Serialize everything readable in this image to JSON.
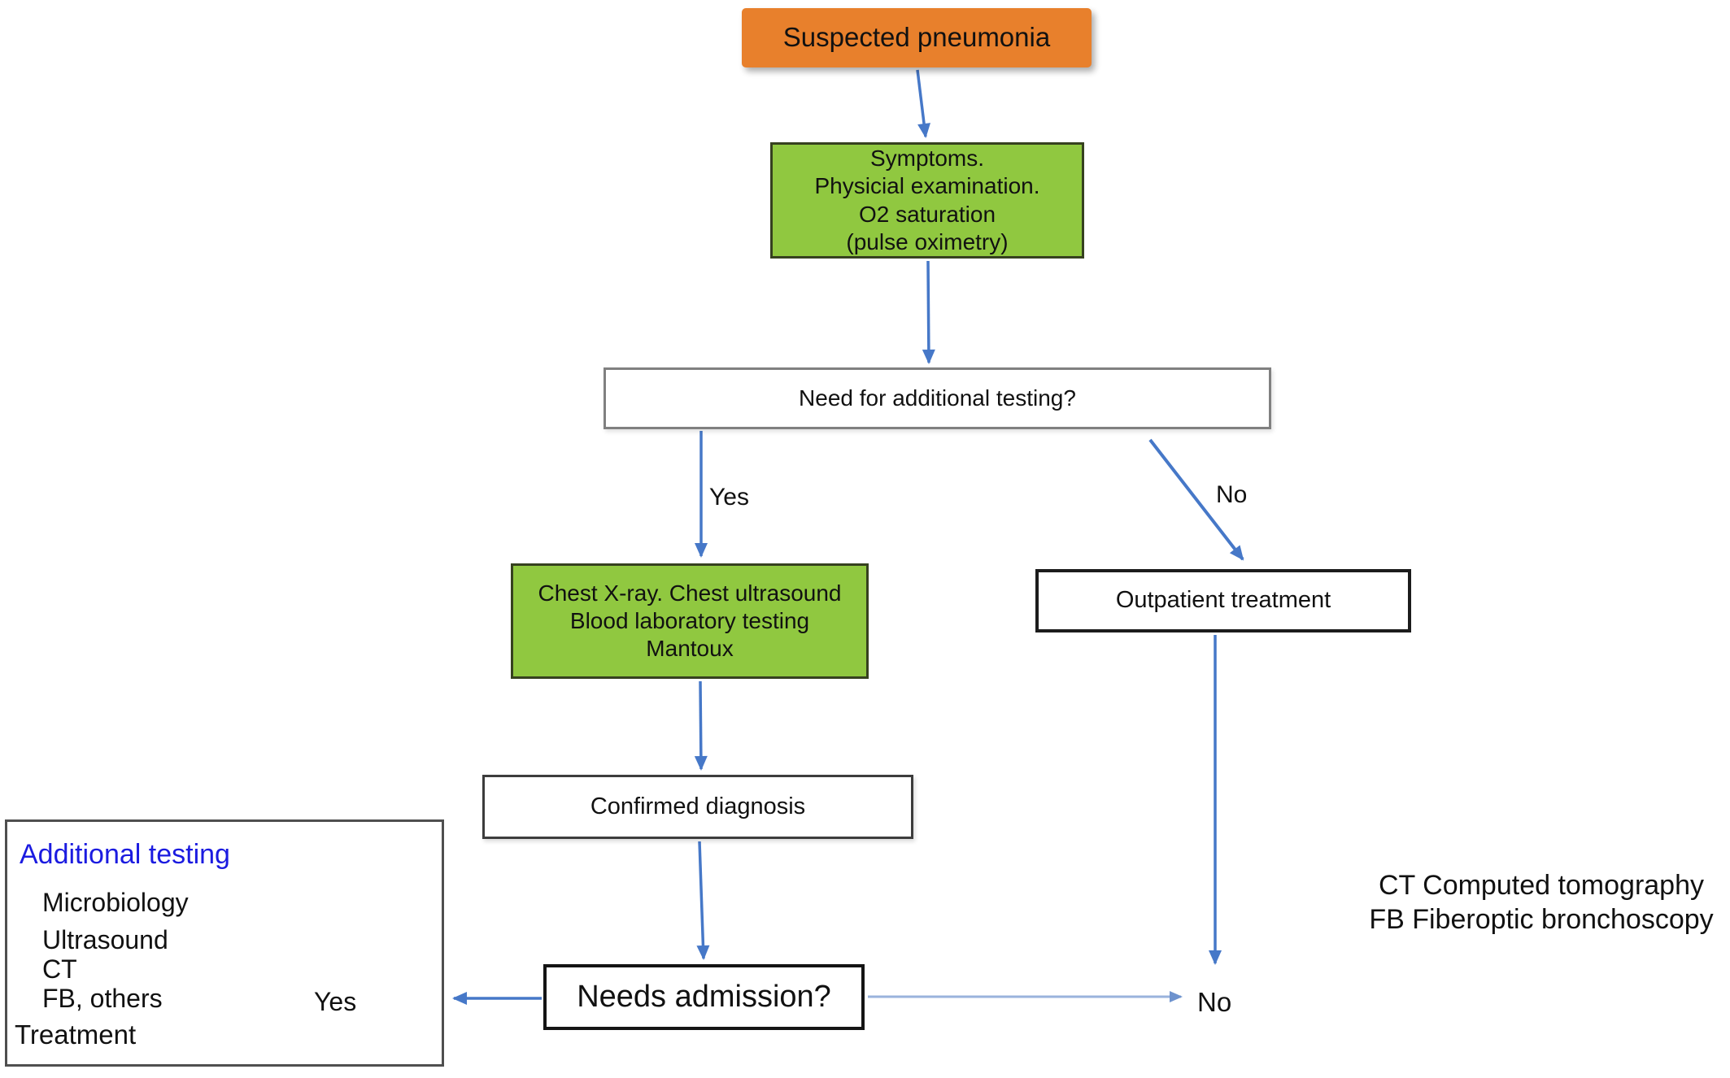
{
  "nodes": {
    "suspected": "Suspected pneumonia",
    "symptoms": [
      "Symptoms.",
      "Physicial examination.",
      "O2 saturation",
      "(pulse oximetry)"
    ],
    "need_testing": "Need for additional testing?",
    "tests": [
      "Chest X-ray. Chest ultrasound",
      "Blood laboratory testing",
      "Mantoux"
    ],
    "outpatient": "Outpatient treatment",
    "confirmed": "Confirmed diagnosis",
    "needs_admission": "Needs admission?"
  },
  "branch_labels": {
    "need_yes": "Yes",
    "need_no": "No",
    "admission_yes": "Yes",
    "admission_no": "No"
  },
  "additional_box": {
    "title": "Additional testing",
    "items": [
      "Microbiology",
      "Ultrasound",
      "CT",
      "FB, others"
    ],
    "footer": "Treatment"
  },
  "legend": [
    "CT Computed tomography",
    "FB Fiberoptic bronchoscopy"
  ],
  "colors": {
    "node_orange": "#E8802C",
    "node_green": "#90C840",
    "green_border": "#36411f",
    "arrow_blue": "#4678C8",
    "arrow_light_blue": "#9AB3DC",
    "heading_blue": "#1B1BE0"
  }
}
